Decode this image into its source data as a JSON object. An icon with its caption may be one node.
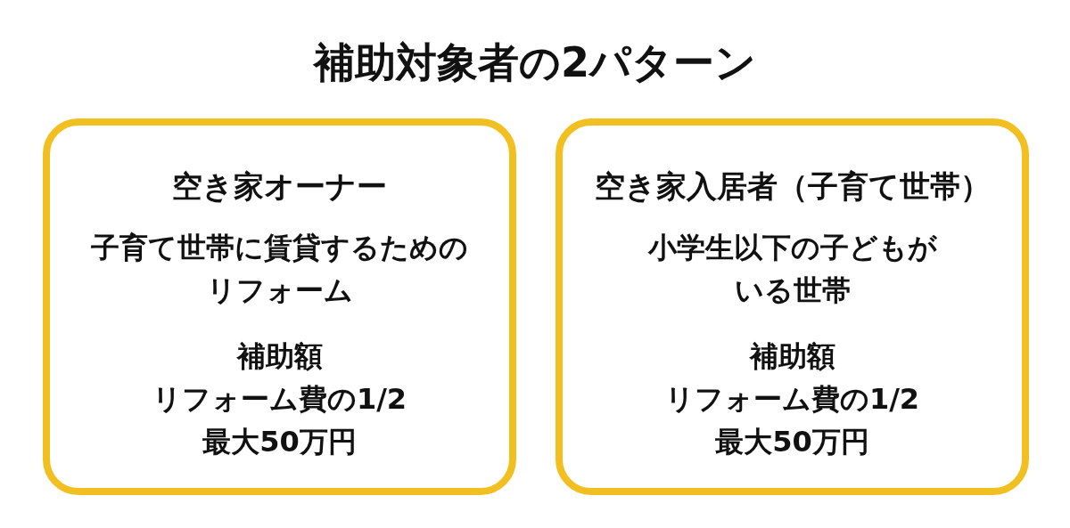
{
  "diagram": {
    "title": "補助対象者の2パターン",
    "nodes": [
      {
        "text": [
          "空き家オーナー",
          "子育て世帯に賃貸するためのリフォーム",
          "補助額",
          "リフォーム費の1/2",
          "最大50万円"
        ]
      },
      {
        "text": [
          "空き家入居者（子育て世帯）",
          "小学生以下の子どもがいる世帯",
          "補助額",
          "リフォーム費の1/2",
          "最大50万円"
        ]
      }
    ]
  }
}
